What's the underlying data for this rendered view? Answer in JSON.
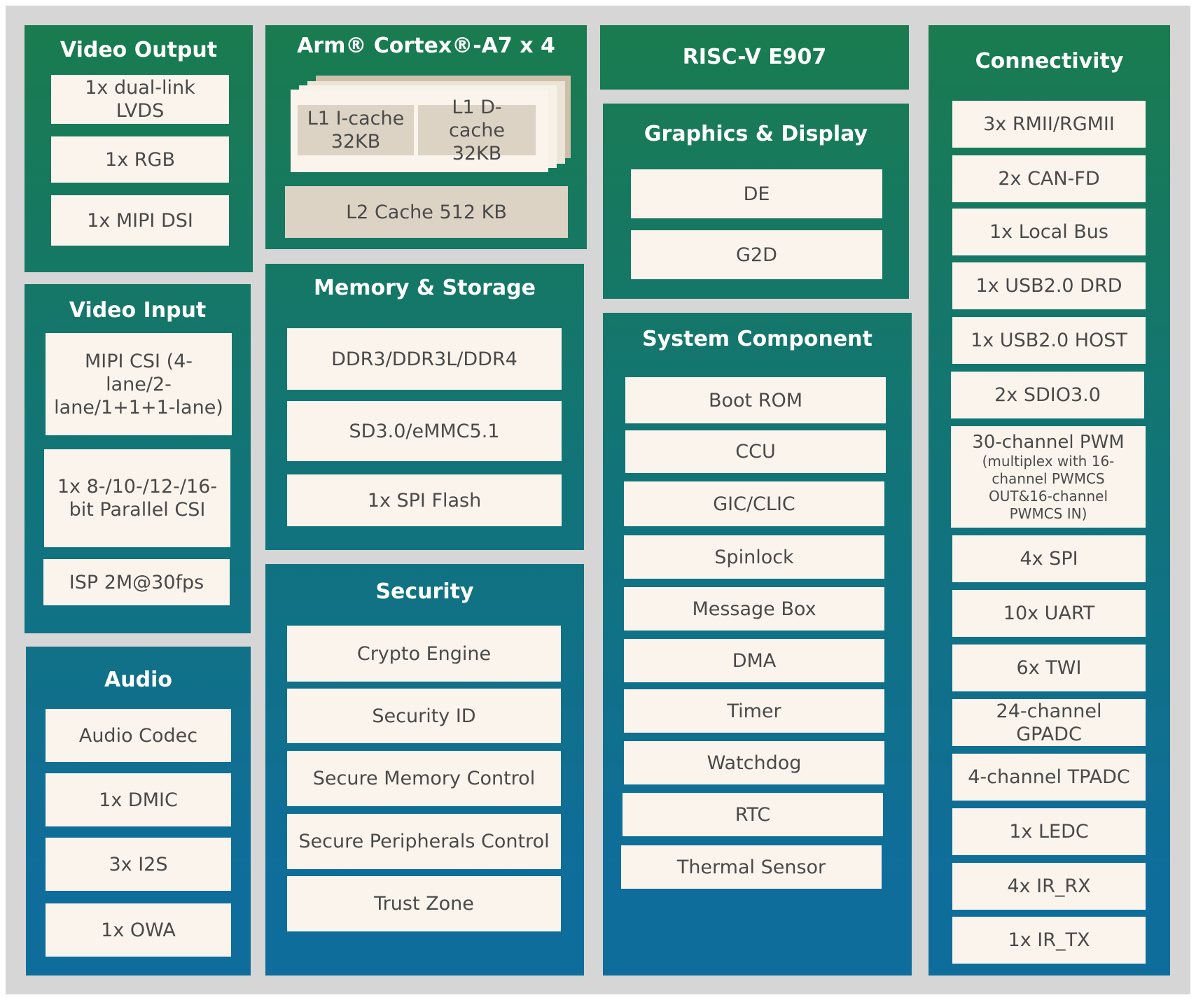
{
  "video_output": {
    "title": "Video Output",
    "items": [
      "1x dual-link LVDS",
      "1x RGB",
      "1x MIPI DSI"
    ]
  },
  "cpu": {
    "title": "Arm® Cortex®-A7 x 4",
    "l1i": "L1 I-cache 32KB",
    "l1d": "L1 D-cache 32KB",
    "l2": "L2 Cache 512 KB"
  },
  "riscv": {
    "title": "RISC-V E907"
  },
  "graphics": {
    "title": "Graphics & Display",
    "items": [
      "DE",
      "G2D"
    ]
  },
  "connectivity": {
    "title": "Connectivity",
    "items": [
      "3x RMII/RGMII",
      "2x CAN-FD",
      "1x Local Bus",
      "1x USB2.0 DRD",
      "1x USB2.0 HOST",
      "2x SDIO3.0"
    ],
    "pwm_main": "30-channel PWM",
    "pwm_note": "(multiplex with 16-channel PWMCS OUT&16-channel PWMCS IN)",
    "items2": [
      "4x SPI",
      "10x UART",
      "6x TWI",
      "24-channel GPADC",
      "4-channel TPADC",
      "1x LEDC",
      "4x IR_RX",
      "1x IR_TX"
    ]
  },
  "video_input": {
    "title": "Video Input",
    "items": [
      "MIPI CSI (4-lane/2-lane/1+1+1-lane)",
      "1x 8-/10-/12-/16-bit Parallel CSI",
      "ISP 2M@30fps"
    ]
  },
  "memory": {
    "title": "Memory & Storage",
    "items": [
      "DDR3/DDR3L/DDR4",
      "SD3.0/eMMC5.1",
      "1x SPI Flash"
    ]
  },
  "system": {
    "title": "System Component",
    "items": [
      "Boot ROM",
      "CCU",
      "GIC/CLIC",
      "Spinlock",
      "Message Box",
      "DMA",
      "Timer",
      "Watchdog",
      "RTC",
      "Thermal Sensor"
    ]
  },
  "audio": {
    "title": "Audio",
    "items": [
      "Audio Codec",
      "1x DMIC",
      "3x I2S",
      "1x OWA"
    ]
  },
  "security": {
    "title": "Security",
    "items": [
      "Crypto Engine",
      "Security ID",
      "Secure Memory Control",
      "Secure Peripherals Control",
      "Trust Zone"
    ]
  }
}
